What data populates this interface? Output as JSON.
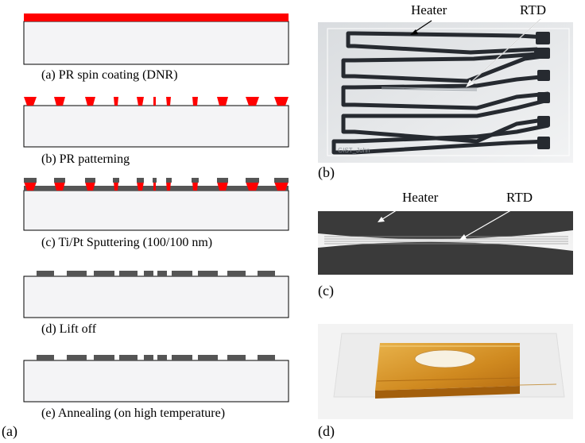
{
  "figure": {
    "left_label": "(a)",
    "steps": [
      {
        "caption": "(a) PR spin coating (DNR)"
      },
      {
        "caption": "(b) PR patterning"
      },
      {
        "caption": "(c) Ti/Pt Sputtering (100/100 nm)"
      },
      {
        "caption": "(d) Lift off"
      },
      {
        "caption": "(e) Annealing (on high temperature)"
      }
    ],
    "photos": [
      {
        "label": "(b)",
        "annotations": [
          "Heater",
          "RTD"
        ],
        "plate_text": "GIST_John"
      },
      {
        "label": "(c)",
        "annotations": [
          "Heater",
          "RTD"
        ]
      },
      {
        "label": "(d)"
      }
    ]
  },
  "colors": {
    "photoresist": "#ff0000",
    "metal": "#555555",
    "substrate": "#f4f4f6",
    "heater_trace": "#262a30",
    "polyimide": "#d8962a"
  }
}
